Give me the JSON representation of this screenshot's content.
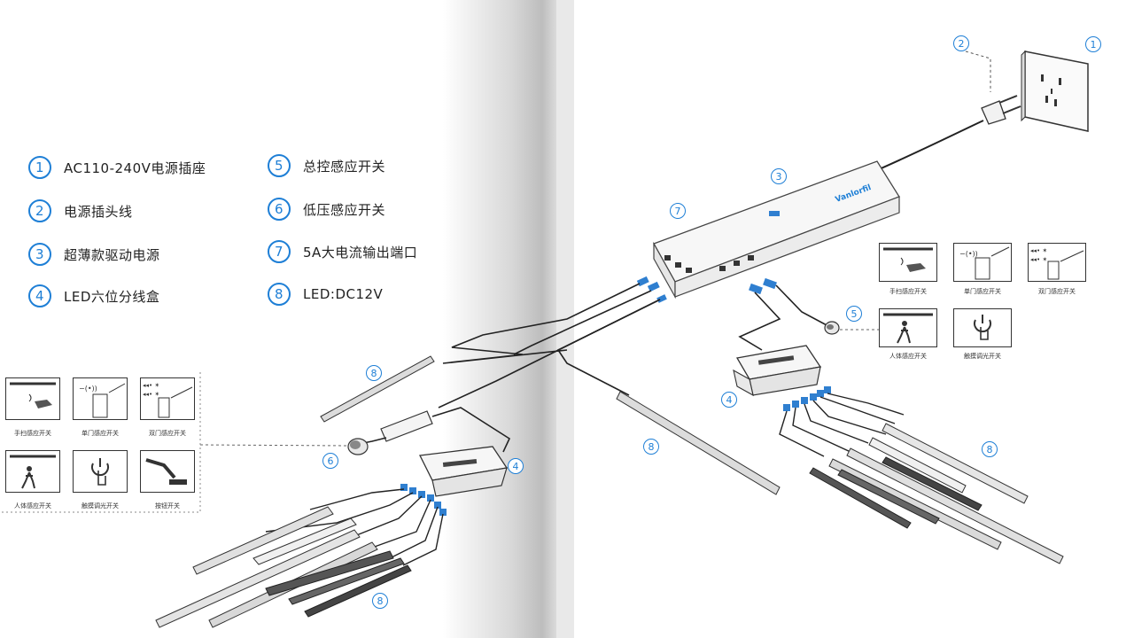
{
  "legend": [
    {
      "num": "1",
      "label": "AC110-240V电源插座"
    },
    {
      "num": "2",
      "label": "电源插头线"
    },
    {
      "num": "3",
      "label": "超薄款驱动电源"
    },
    {
      "num": "4",
      "label": "LED六位分线盒"
    },
    {
      "num": "5",
      "label": "总控感应开关"
    },
    {
      "num": "6",
      "label": "低压感应开关"
    },
    {
      "num": "7",
      "label": "5A大电流输出端口"
    },
    {
      "num": "8",
      "label": "LED:DC12V"
    }
  ],
  "callouts": {
    "socket": "1",
    "plug": "2",
    "driver": "3",
    "box_left": "4",
    "box_right": "4",
    "sensor_right": "5",
    "sensor_left": "6",
    "port": "7",
    "strip_a": "8",
    "strip_b": "8",
    "strip_c": "8",
    "strip_d": "8"
  },
  "switches_left": [
    "手扫感应开关",
    "单门感应开关",
    "双门感应开关",
    "人体感应开关",
    "触摸调光开关",
    "按钮开关"
  ],
  "switches_right": [
    "手扫感应开关",
    "单门感应开关",
    "双门感应开关",
    "人体感应开关",
    "触摸调光开关"
  ],
  "brand": "Vanlorfil",
  "colors": {
    "accent": "#1e7fd6",
    "connector": "#2f7fd0",
    "line": "#222222"
  }
}
